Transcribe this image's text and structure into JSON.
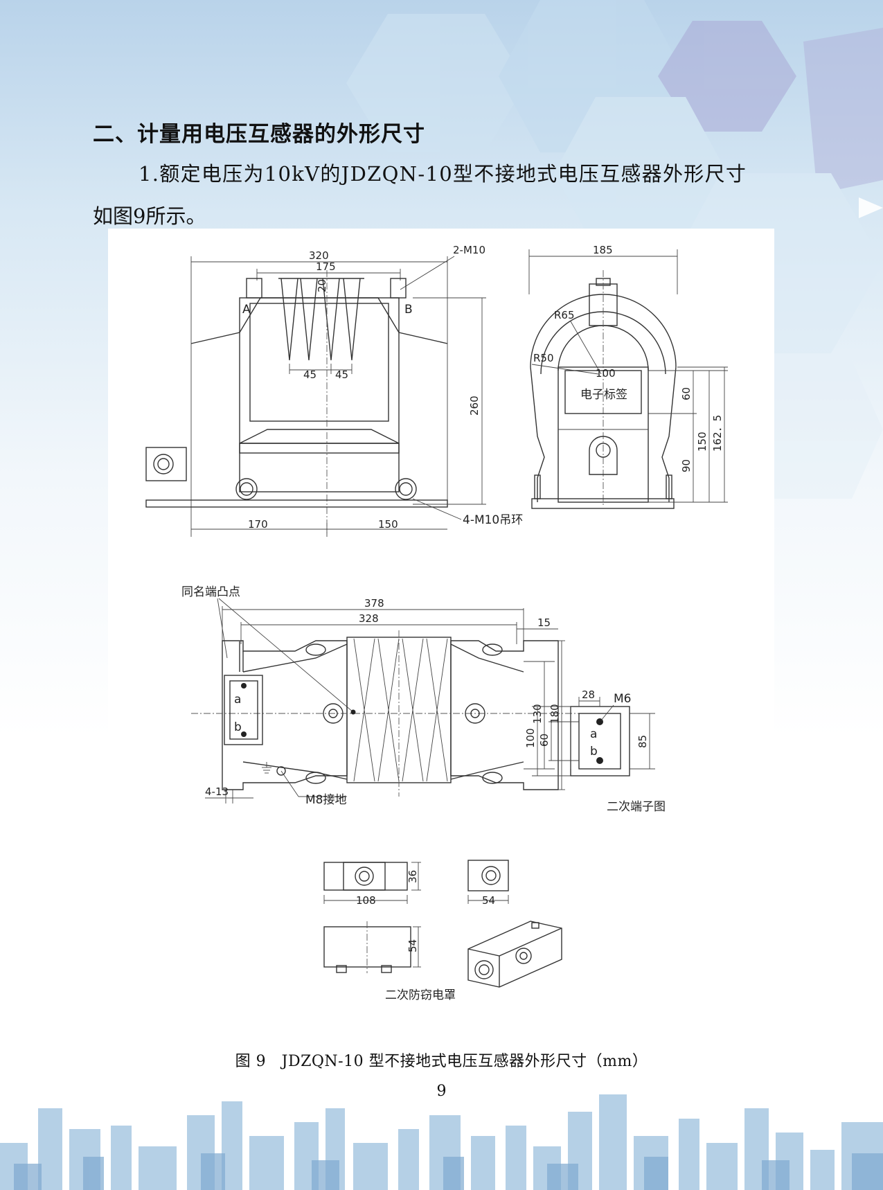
{
  "heading": "二、计量用电压互感器的外形尺寸",
  "paragraph": {
    "line1": "1.额定电压为10kV的JDZQN-10型不接地式电压互感器外形尺寸",
    "line2": "如图9所示。"
  },
  "figure": {
    "front_view": {
      "width_320": "320",
      "width_175": "175",
      "label_2m10": "2-M10",
      "dim_20": "20",
      "terminal_a": "A",
      "terminal_b": "B",
      "dim_45_left": "45",
      "dim_45_right": "45",
      "height_260": "260",
      "base_170": "170",
      "base_150": "150",
      "label_lifting_ring": "4-M10吊环"
    },
    "side_view": {
      "width_185": "185",
      "radius_65": "R65",
      "radius_50": "R50",
      "dim_100": "100",
      "label_tag": "电子标签",
      "dim_60": "60",
      "dim_150": "150",
      "dim_90": "90",
      "dim_162_5": "162．5"
    },
    "top_view": {
      "label_same_name": "同名端凸点",
      "length_378": "378",
      "length_328": "328",
      "dim_15": "15",
      "dim_130": "130",
      "dim_180": "180",
      "label_4_13": "4-13",
      "label_m8_ground": "M8接地",
      "term_a": "a",
      "term_b": "b"
    },
    "terminal_view": {
      "dim_28": "28",
      "label_m6": "M6",
      "dim_100": "100",
      "dim_60": "60",
      "dim_85": "85",
      "term_a": "a",
      "term_b": "b",
      "title": "二次端子图"
    },
    "cover_views": {
      "dim_36": "36",
      "dim_108": "108",
      "dim_54_w": "54",
      "dim_54_h": "54",
      "title": "二次防窃电罩"
    }
  },
  "caption": "图 9　JDZQN-10 型不接地式电压互感器外形尺寸（mm）",
  "page_number": "9"
}
